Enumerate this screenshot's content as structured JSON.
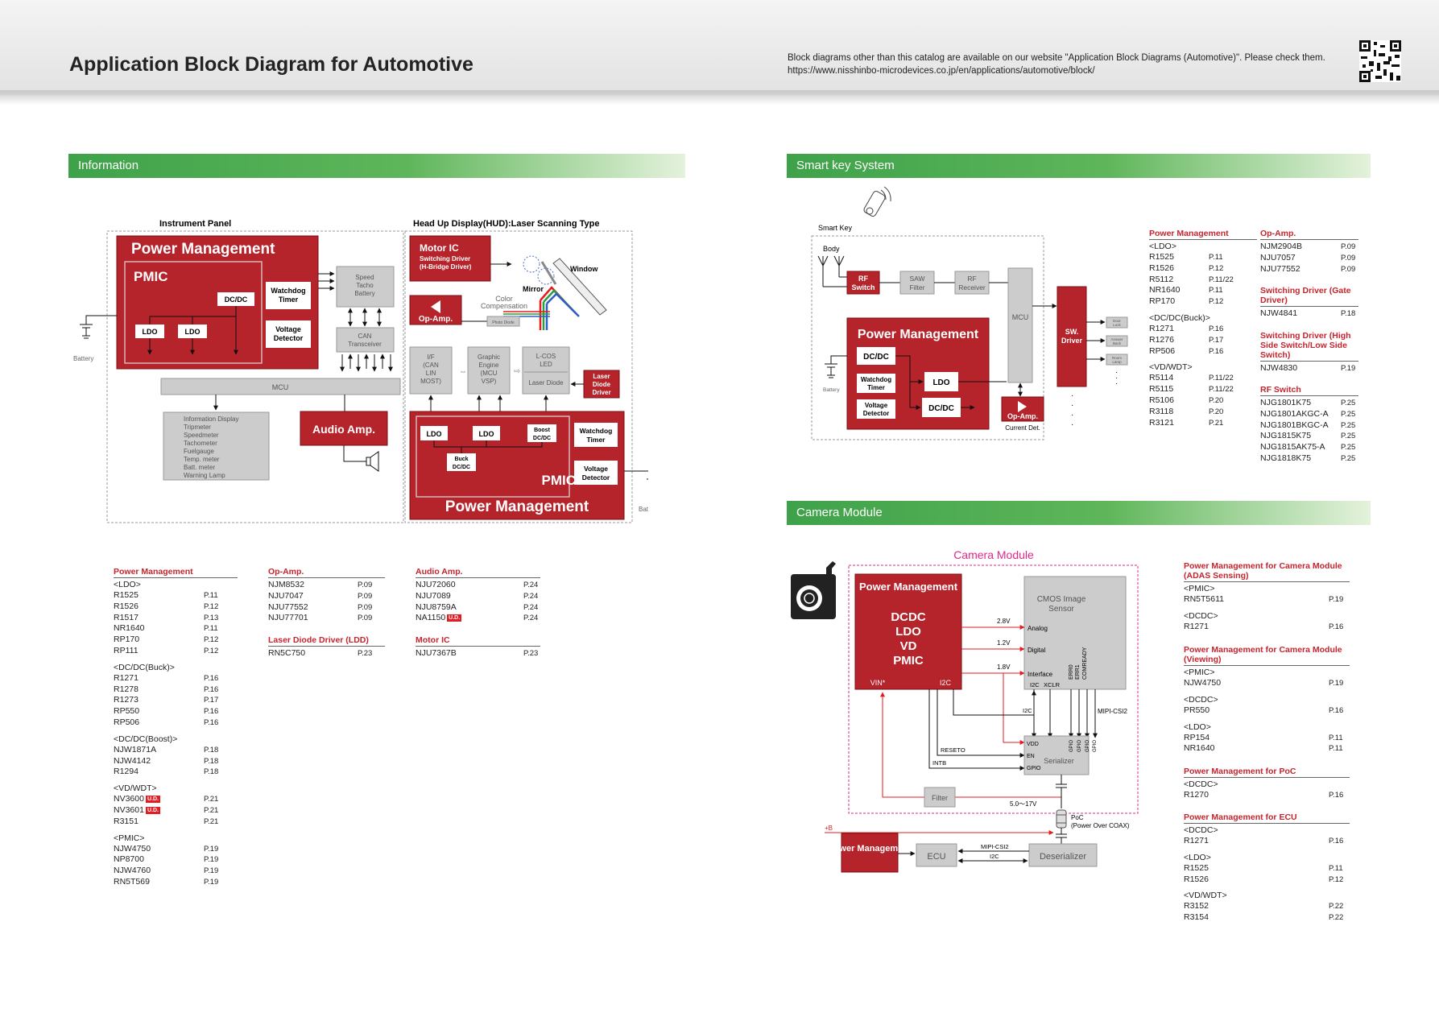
{
  "header": {
    "title": "Application Block Diagram for Automotive",
    "notice_line1": "Block diagrams other than this catalog are available on our website \"Application Block Diagrams (Automotive)\". Please check them.",
    "notice_line2": "https://www.nisshinbo-microdevices.co.jp/en/applications/automotive/block/"
  },
  "sections": {
    "information": "Information",
    "smartkey": "Smart key System",
    "camera": "Camera Module"
  },
  "info_diagram": {
    "instrument_panel": "Instrument Panel",
    "hud": "Head Up Display(HUD):Laser Scanning Type",
    "power_management": "Power Management",
    "pmic": "PMIC",
    "dcdc": "DC/DC",
    "ldo": "LDO",
    "watchdog_l1": "Watchdog",
    "watchdog_l2": "Timer",
    "voltage_l1": "Voltage",
    "voltage_l2": "Detector",
    "battery": "Battery",
    "speed_l1": "Speed",
    "speed_l2": "Tacho",
    "speed_l3": "Battery",
    "can_l1": "CAN",
    "can_l2": "Transceiver",
    "mcu": "MCU",
    "audio_amp": "Audio Amp.",
    "display_list": [
      "Information Display",
      "Tripmeter",
      "Speedmeter",
      "Tachometer",
      "Fuelgauge",
      "Temp. meter",
      "Batt. meter",
      "Warning Lamp"
    ],
    "motor_l1": "Motor IC",
    "motor_l2": "Switching Driver",
    "motor_l3": "(H-Bridge Driver)",
    "window": "Window",
    "mirror": "Mirror",
    "color_l1": "Color",
    "color_l2": "Compensation",
    "opamp": "Op-Amp.",
    "photo_diode": "Photo Diode",
    "if_l1": "I/F",
    "if_l2": "(CAN",
    "if_l3": "LIN",
    "if_l4": "MOST)",
    "ge_l1": "Graphic",
    "ge_l2": "Engine",
    "ge_l3": "(MCU",
    "ge_l4": "VSP)",
    "lcos_l1": "L-COS",
    "lcos_l2": "LED",
    "laser_diode": "Laser Diode",
    "ldd_l1": "Laser",
    "ldd_l2": "Diode",
    "ldd_l3": "Driver",
    "boost_l1": "Boost",
    "boost_l2": "DC/DC",
    "buck_l1": "Buck",
    "buck_l2": "DC/DC"
  },
  "info_lists": {
    "power": {
      "title": "Power Management",
      "groups": [
        {
          "name": "<LDO>",
          "items": [
            [
              "R1525",
              "P.11"
            ],
            [
              "R1526",
              "P.12"
            ],
            [
              "R1517",
              "P.13"
            ],
            [
              "NR1640",
              "P.11"
            ],
            [
              "RP170",
              "P.12"
            ],
            [
              "RP111",
              "P.12"
            ]
          ]
        },
        {
          "name": "<DC/DC(Buck)>",
          "items": [
            [
              "R1271",
              "P.16"
            ],
            [
              "R1278",
              "P.16"
            ],
            [
              "R1273",
              "P.17"
            ],
            [
              "RP550",
              "P.16"
            ],
            [
              "RP506",
              "P.16"
            ]
          ]
        },
        {
          "name": "<DC/DC(Boost)>",
          "items": [
            [
              "NJW1871A",
              "P.18"
            ],
            [
              "NJW4142",
              "P.18"
            ],
            [
              "R1294",
              "P.18"
            ]
          ]
        },
        {
          "name": "<VD/WDT>",
          "items": [
            [
              "NV3600",
              "P.21",
              "U.D."
            ],
            [
              "NV3601",
              "P.21",
              "U.D."
            ],
            [
              "R3151",
              "P.21"
            ]
          ]
        },
        {
          "name": "<PMIC>",
          "items": [
            [
              "NJW4750",
              "P.19"
            ],
            [
              "NP8700",
              "P.19"
            ],
            [
              "NJW4760",
              "P.19"
            ],
            [
              "RN5T569",
              "P.19"
            ]
          ]
        }
      ]
    },
    "opamp": {
      "title": "Op-Amp.",
      "items": [
        [
          "NJM8532",
          "P.09"
        ],
        [
          "NJU7047",
          "P.09"
        ],
        [
          "NJU77552",
          "P.09"
        ],
        [
          "NJU77701",
          "P.09"
        ]
      ]
    },
    "ldd": {
      "title": "Laser Diode Driver (LDD)",
      "items": [
        [
          "RN5C750",
          "P.23"
        ]
      ]
    },
    "audio": {
      "title": "Audio Amp.",
      "items": [
        [
          "NJU72060",
          "P.24"
        ],
        [
          "NJU7089",
          "P.24"
        ],
        [
          "NJU8759A",
          "P.24"
        ],
        [
          "NA1150",
          "P.24",
          "U.D."
        ]
      ]
    },
    "motor": {
      "title": "Motor IC",
      "items": [
        [
          "NJU7367B",
          "P.23"
        ]
      ]
    }
  },
  "smartkey_diagram": {
    "smart_key": "Smart Key",
    "body": "Body",
    "rf_l1": "RF",
    "rf_l2": "Switch",
    "saw_l1": "SAW",
    "saw_l2": "Filter",
    "rfr_l1": "RF",
    "rfr_l2": "Receiver",
    "mcu": "MCU",
    "sw_l1": "SW.",
    "sw_l2": "Driver",
    "door_l1": "Door",
    "door_l2": "Lock",
    "answer_l1": "Answer",
    "answer_l2": "Back",
    "room_l1": "Room",
    "room_l2": "Lamp",
    "power_management": "Power Management",
    "dcdc": "DC/DC",
    "ldo": "LDO",
    "watchdog_l1": "Watchdog",
    "watchdog_l2": "Timer",
    "voltage_l1": "Voltage",
    "voltage_l2": "Detector",
    "battery": "Battery",
    "opamp": "Op-Amp.",
    "current_det": "Current Det."
  },
  "smartkey_lists": {
    "power": {
      "title": "Power Management",
      "groups": [
        {
          "name": "<LDO>",
          "items": [
            [
              "R1525",
              "P.11"
            ],
            [
              "R1526",
              "P.12"
            ],
            [
              "R5112",
              "P.11/22"
            ],
            [
              "NR1640",
              "P.11"
            ],
            [
              "RP170",
              "P.12"
            ]
          ]
        },
        {
          "name": "<DC/DC(Buck)>",
          "items": [
            [
              "R1271",
              "P.16"
            ],
            [
              "R1276",
              "P.17"
            ],
            [
              "RP506",
              "P.16"
            ]
          ]
        },
        {
          "name": "<VD/WDT>",
          "items": [
            [
              "R5114",
              "P.11/22"
            ],
            [
              "R5115",
              "P.11/22"
            ],
            [
              "R5106",
              "P.20"
            ],
            [
              "R3118",
              "P.20"
            ],
            [
              "R3121",
              "P.21"
            ]
          ]
        }
      ]
    },
    "opamp": {
      "title": "Op-Amp.",
      "items": [
        [
          "NJM2904B",
          "P.09"
        ],
        [
          "NJU7057",
          "P.09"
        ],
        [
          "NJU77552",
          "P.09"
        ]
      ]
    },
    "gate": {
      "title": "Switching Driver (Gate Driver)",
      "items": [
        [
          "NJW4841",
          "P.18"
        ]
      ]
    },
    "hsls": {
      "title": "Switching Driver (High Side Switch/Low Side Switch)",
      "items": [
        [
          "NJW4830",
          "P.19"
        ]
      ]
    },
    "rfsw": {
      "title": "RF Switch",
      "items": [
        [
          "NJG1801K75",
          "P.25"
        ],
        [
          "NJG1801AKGC-A",
          "P.25"
        ],
        [
          "NJG1801BKGC-A",
          "P.25"
        ],
        [
          "NJG1815K75",
          "P.25"
        ],
        [
          "NJG1815AK75-A",
          "P.25"
        ],
        [
          "NJG1818K75",
          "P.25"
        ]
      ]
    }
  },
  "camera_diagram": {
    "camera_module": "Camera Module",
    "power_management": "Power Management",
    "pm_items": [
      "DCDC",
      "LDO",
      "VD",
      "PMIC"
    ],
    "vin": "VIN*",
    "i2c": "I2C",
    "cmos_l1": "CMOS Image",
    "cmos_l2": "Sensor",
    "analog": "Analog",
    "digital": "Digital",
    "interface": "Interface",
    "v28": "2.8V",
    "v12": "1.2V",
    "v18": "1.8V",
    "cmos_pins": [
      "I2C",
      "XCLR"
    ],
    "cmos_vpins": [
      "ERR0",
      "ERR1",
      "COMREADY"
    ],
    "mipi": "MIPI-CSI2",
    "reseto": "RESETO",
    "intb": "INTB",
    "serializer": "Serializer",
    "ser_pins": [
      "VDD",
      "EN",
      "GPIO"
    ],
    "gpio": "GPIO",
    "filter": "Filter",
    "range": "5.0～17V",
    "poc_l1": "PoC",
    "poc_l2": "(Power Over COAX)",
    "plus_b": "+B",
    "ecu": "ECU",
    "deserializer": "Deserializer"
  },
  "camera_lists": {
    "adas": {
      "title": "Power Management for Camera Module (ADAS Sensing)",
      "groups": [
        {
          "name": "<PMIC>",
          "items": [
            [
              "RN5T5611",
              "P.19"
            ]
          ]
        },
        {
          "name": "<DCDC>",
          "items": [
            [
              "R1271",
              "P.16"
            ]
          ]
        }
      ]
    },
    "viewing": {
      "title": "Power Management for Camera Module (Viewing)",
      "groups": [
        {
          "name": "<PMIC>",
          "items": [
            [
              "NJW4750",
              "P.19"
            ]
          ]
        },
        {
          "name": "<DCDC>",
          "items": [
            [
              "PR550",
              "P.16"
            ]
          ]
        },
        {
          "name": "<LDO>",
          "items": [
            [
              "RP154",
              "P.11"
            ],
            [
              "NR1640",
              "P.11"
            ]
          ]
        }
      ]
    },
    "poc": {
      "title": "Power Management for PoC",
      "groups": [
        {
          "name": "<DCDC>",
          "items": [
            [
              "R1270",
              "P.16"
            ]
          ]
        }
      ]
    },
    "ecu": {
      "title": "Power Management for ECU",
      "groups": [
        {
          "name": "<DCDC>",
          "items": [
            [
              "R1271",
              "P.16"
            ]
          ]
        },
        {
          "name": "<LDO>",
          "items": [
            [
              "R1525",
              "P.11"
            ],
            [
              "R1526",
              "P.12"
            ]
          ]
        },
        {
          "name": "<VD/WDT>",
          "items": [
            [
              "R3152",
              "P.22"
            ],
            [
              "R3154",
              "P.22"
            ]
          ]
        }
      ]
    }
  }
}
